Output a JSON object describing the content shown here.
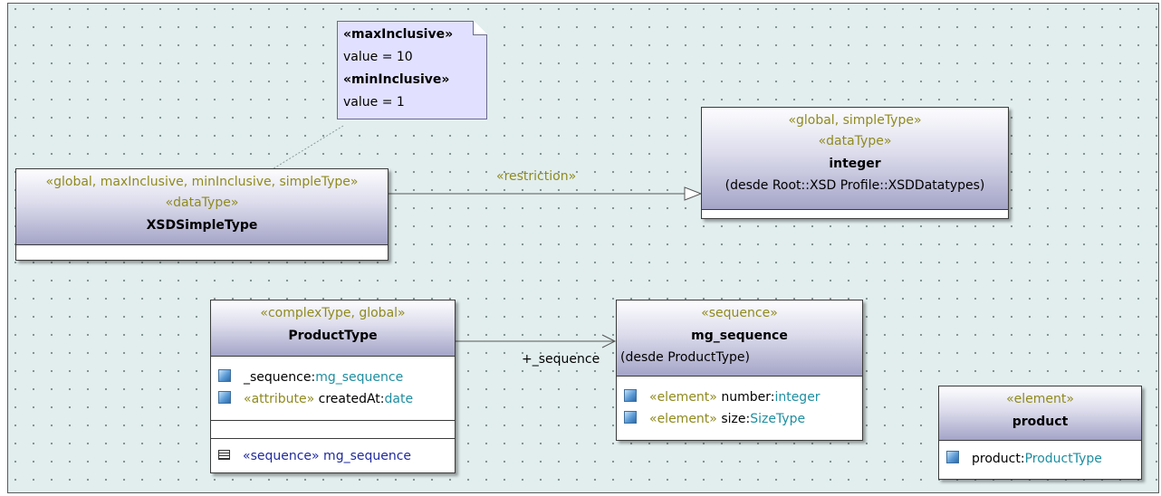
{
  "diagram": {
    "note": {
      "max_stereotype": "«maxInclusive»",
      "max_value": "value = 10",
      "min_stereotype": "«minInclusive»",
      "min_value": "value = 1"
    },
    "xsd_simple_type": {
      "stereotype": "«global, maxInclusive, minInclusive, simpleType»",
      "datatype": "«dataType»",
      "name": "XSDSimpleType"
    },
    "integer_type": {
      "stereotype": "«global, simpleType»",
      "datatype": "«dataType»",
      "name": "integer",
      "from": "(desde Root::XSD Profile::XSDDatatypes)"
    },
    "restriction_label": "«restriction»",
    "product_type": {
      "stereotype": "«complexType, global»",
      "name": "ProductType",
      "attr1_name": "_sequence:",
      "attr1_type": "mg_sequence",
      "attr2_stereotype": "«attribute»",
      "attr2_name": " createdAt:",
      "attr2_type": "date",
      "op_stereotype": "«sequence»",
      "op_name": " mg_sequence"
    },
    "association_label": "+_sequence",
    "mg_sequence": {
      "stereotype": "«sequence»",
      "name": "mg_sequence",
      "from": "(desde ProductType)",
      "attr1_stereotype": "«element»",
      "attr1_name": " number:",
      "attr1_type": "integer",
      "attr2_stereotype": "«element»",
      "attr2_name": " size:",
      "attr2_type": "SizeType"
    },
    "product": {
      "stereotype": "«element»",
      "name": "product",
      "attr1_name": "product:",
      "attr1_type": "ProductType"
    }
  },
  "colors": {
    "canvas_background": "#e2eeee",
    "stereotype_text": "#8f8a1e",
    "type_text": "#1e8ea0",
    "note_background": "#e1e1ff"
  }
}
